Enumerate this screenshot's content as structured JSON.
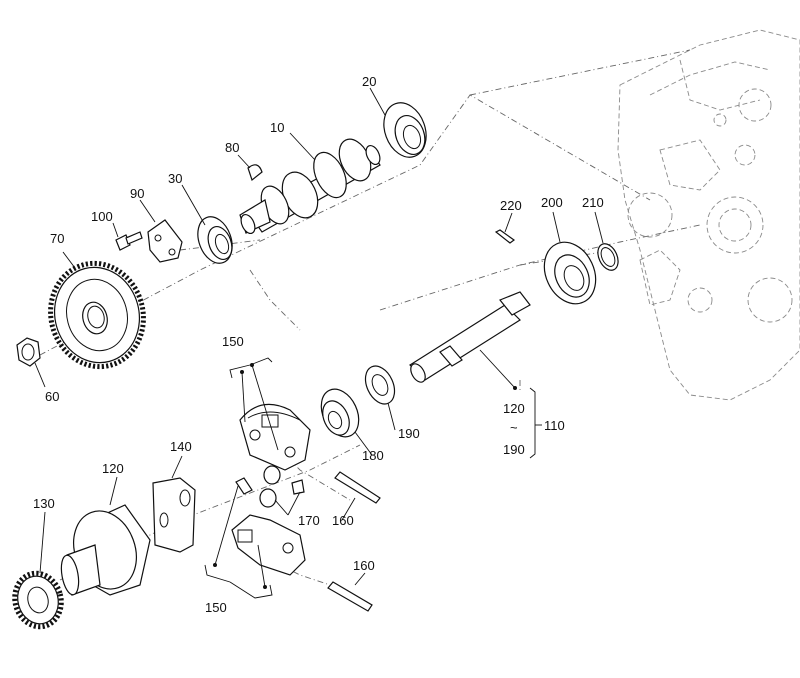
{
  "diagram": {
    "callouts": {
      "c10": "10",
      "c20": "20",
      "c30": "30",
      "c60": "60",
      "c70": "70",
      "c80": "80",
      "c90": "90",
      "c100": "100",
      "c110": "110",
      "c120_shaft": "120",
      "c120_gear": "120",
      "c130": "130",
      "c140": "140",
      "c150_top": "150",
      "c150_bottom": "150",
      "c160_a": "160",
      "c160_b": "160",
      "c170": "170",
      "c180": "180",
      "c190_washer": "190",
      "c190_range": "190",
      "c200": "200",
      "c210": "210",
      "c220": "220",
      "range_symbol": "~"
    }
  }
}
